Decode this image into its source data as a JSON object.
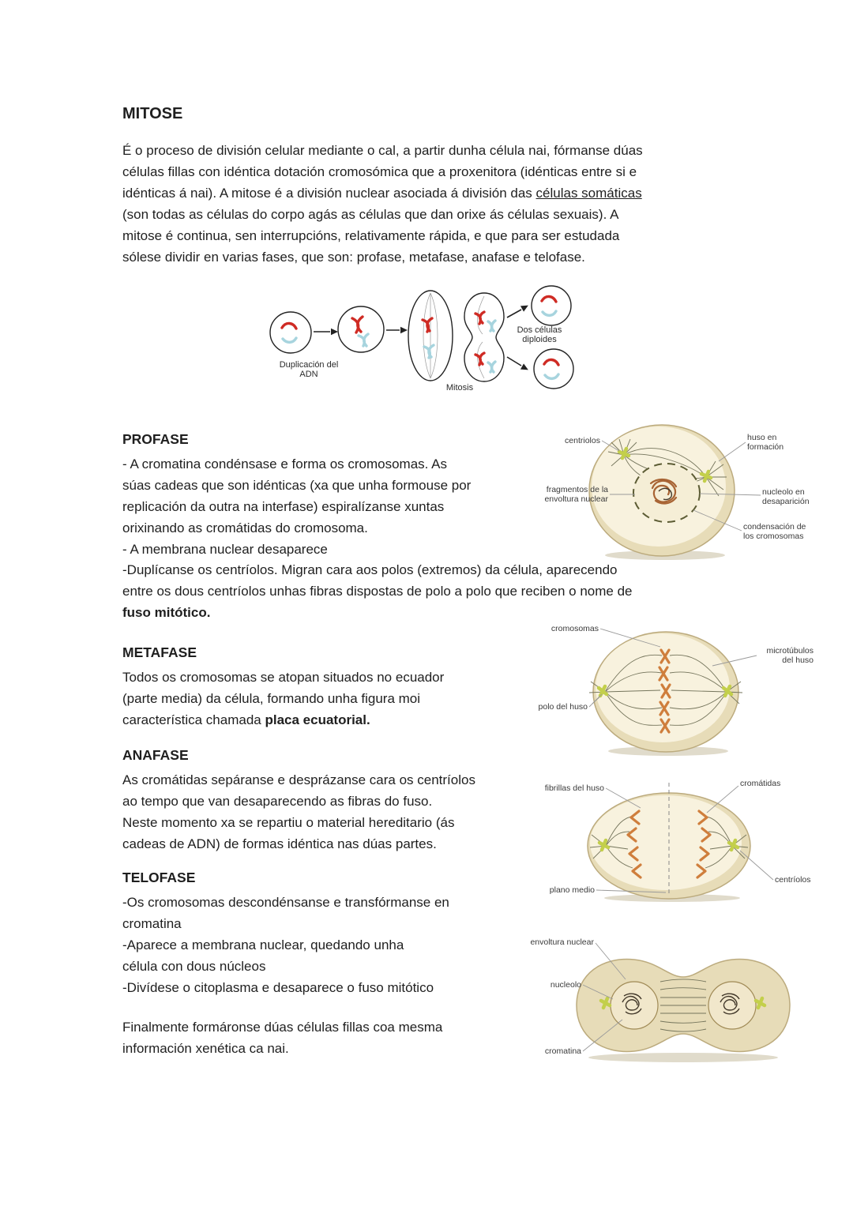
{
  "document": {
    "title": "MITOSE",
    "intro": {
      "lines_a": [
        "É o proceso de división celular mediante o cal, a partir dunha célula nai, fórmanse dúas",
        "células fillas con idéntica dotación cromosómica que a proxenitora (idénticas entre si e"
      ],
      "line3_pre": "idénticas á nai). A mitose é a división nuclear asociada á división das ",
      "line3_underline": "células somáticas",
      "lines_b": [
        "(son todas as células do corpo agás as células que dan orixe ás células sexuais). A",
        "mitose é continua, sen interrupcións, relativamente rápida, e que para ser estudada",
        "sólese dividir en varias fases, que son: profase, metafase, anafase e telofase."
      ]
    },
    "overview_figure": {
      "duplicacion": "Duplicación del ADN",
      "mitosis": "Mitosis",
      "resultado": "Dos células diploides"
    },
    "profase": {
      "heading": "PROFASE",
      "lines_a": [
        "- A cromatina condénsase e forma os cromosomas. As",
        "súas cadeas que son idénticas (xa que unha formouse por",
        "replicación da outra na interfase) espiralízanse xuntas",
        "orixinando as cromátidas do cromosoma.",
        "- A membrana nuclear desaparece"
      ],
      "lines_b": [
        "-Duplícanse os centríolos. Migran cara aos polos (extremos) da célula, aparecendo",
        "entre os dous centríolos unhas fibras dispostas de polo a polo que reciben o nome de"
      ],
      "bold_line": "fuso mitótico.",
      "labels": {
        "centriolos": "centriolos",
        "huso": "huso en formación",
        "fragmentos": "fragmentos de la envoltura nuclear",
        "nucleolo": "nucleolo en desaparición",
        "condensacion": "condensación de los cromosomas"
      }
    },
    "metafase": {
      "heading": "METAFASE",
      "lines_a": [
        "Todos os cromosomas se atopan situados no ecuador",
        "(parte media) da célula, formando unha figura moi"
      ],
      "line3_pre": "característica chamada ",
      "line3_bold": "placa ecuatorial.",
      "labels": {
        "cromosomas": "cromosomas",
        "microtubulos": "microtúbulos del huso",
        "polo": "polo del huso"
      }
    },
    "anafase": {
      "heading": "ANAFASE",
      "lines": [
        "As cromátidas sepáranse e desprázanse cara os centríolos",
        "ao tempo que van desaparecendo as fibras do fuso.",
        "Neste momento xa se repartiu o material hereditario (ás",
        "cadeas de ADN) de formas idéntica nas dúas partes."
      ],
      "labels": {
        "fibrillas": "fibrillas del huso",
        "cromatidas": "cromátidas",
        "centriolos": "centríolos",
        "plano": "plano medio"
      }
    },
    "telofase": {
      "heading": "TELOFASE",
      "lines": [
        "-Os cromosomas descondénsanse e transfórmanse en",
        "cromatina",
        "-Aparece a membrana nuclear, quedando unha",
        "célula con dous núcleos",
        "-Divídese o citoplasma e desaparece o fuso mitótico"
      ],
      "labels": {
        "envoltura": "envoltura nuclear",
        "nucleolo": "nucleolo",
        "cromatina": "cromatina"
      }
    },
    "closing_lines": [
      "Finalmente formáronse dúas células fillas coa mesma",
      "información xenética ca nai."
    ],
    "colors": {
      "cell_fill": "#f8f2de",
      "cell_rim": "#e7dcb8",
      "cell_stroke": "#bcab7e",
      "chromosome_red": "#cf2b24",
      "chromosome_blue": "#a7d4de",
      "chromosome_orange": "#cf7e3c",
      "centriole_green": "#c3cf4b",
      "chromatin_brown": "#a86434",
      "fiber_gray": "#75755c",
      "nucleus_fill": "#f5eed6"
    }
  }
}
